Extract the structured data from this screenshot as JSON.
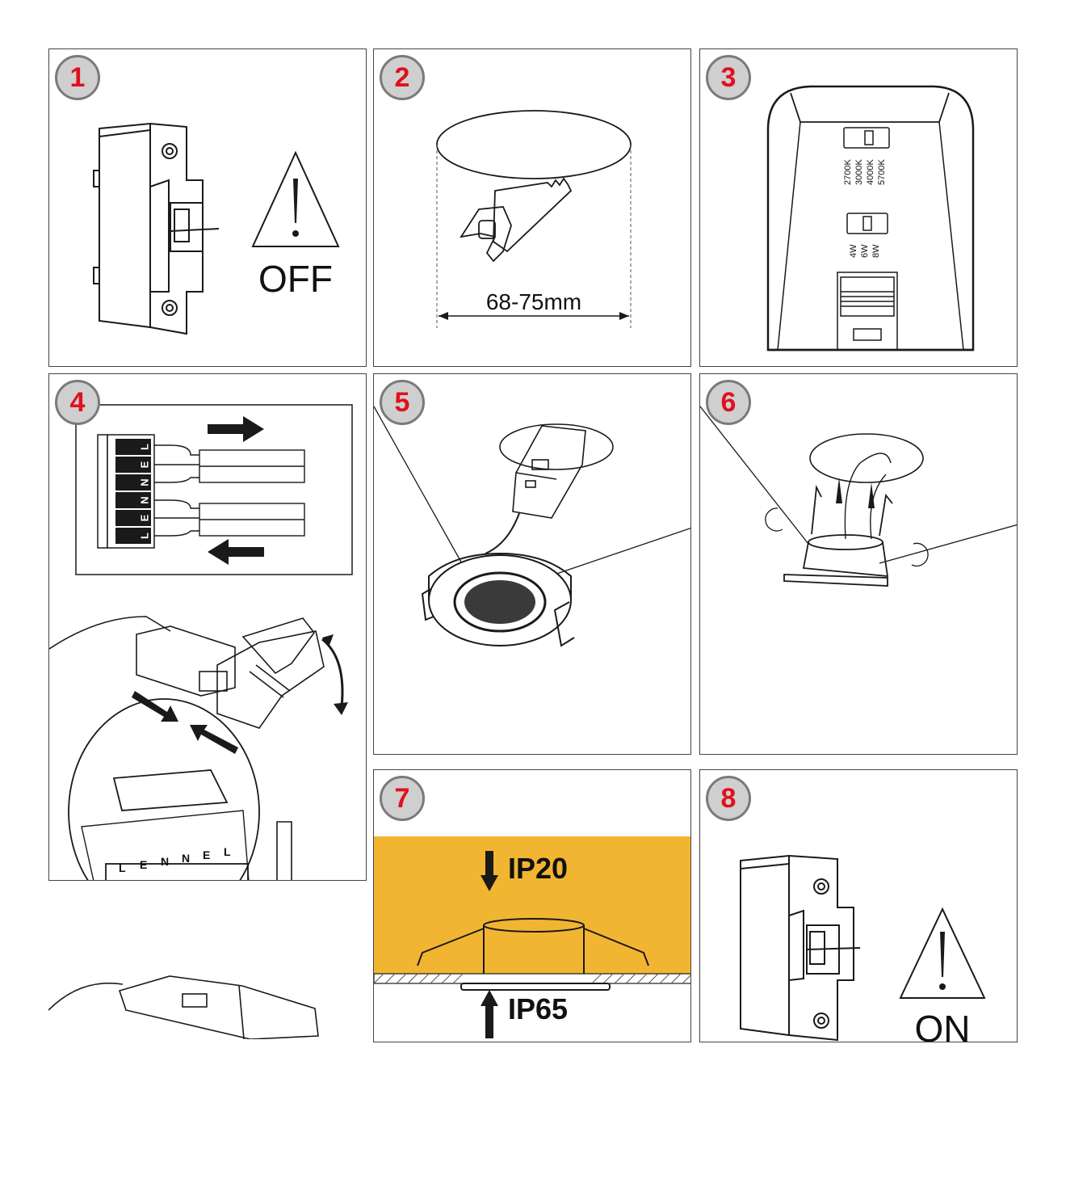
{
  "steps": [
    {
      "number": "1",
      "label": "OFF"
    },
    {
      "number": "2",
      "dimension": "68-75mm"
    },
    {
      "number": "3",
      "cct_options": [
        "2700K",
        "3000K",
        "4000K",
        "5700K"
      ],
      "power_options": [
        "4W",
        "6W",
        "8W"
      ]
    },
    {
      "number": "4",
      "terminals_top": [
        "L",
        "E",
        "N",
        "N",
        "E",
        "L"
      ],
      "terminals_zoom": [
        "L",
        "E",
        "N",
        "N",
        "E",
        "L"
      ]
    },
    {
      "number": "5"
    },
    {
      "number": "6"
    },
    {
      "number": "7",
      "ip_above": "IP20",
      "ip_below": "IP65"
    },
    {
      "number": "8",
      "label": "ON"
    }
  ],
  "colors": {
    "badge_number": "#e0101e",
    "badge_fill": "#cfcfcf",
    "ceiling_zone": "#f2b532",
    "line": "#1a1a1a"
  }
}
